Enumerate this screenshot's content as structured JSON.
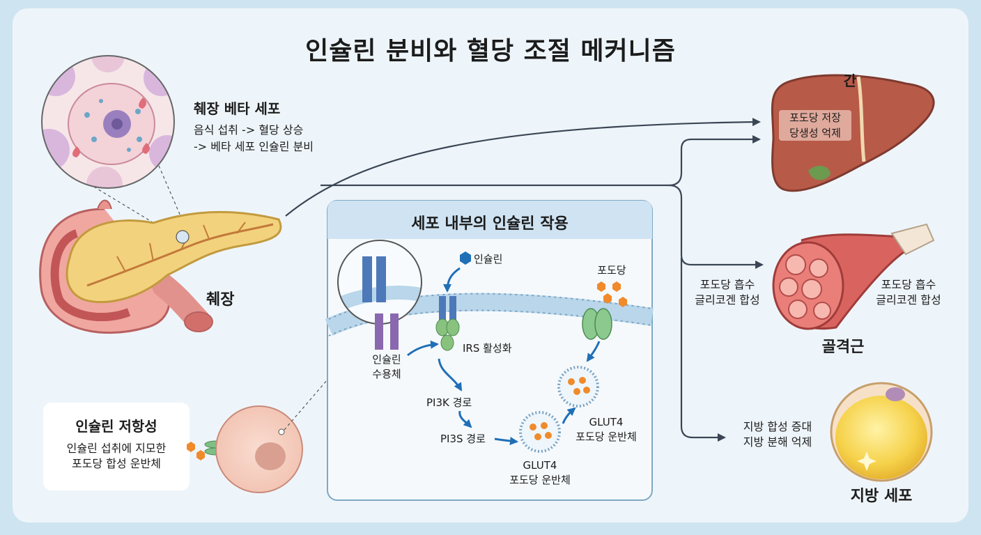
{
  "title": "인슐린 분비와 혈당 조절 메커니즘",
  "beta_cell": {
    "heading": "췌장 베타 세포",
    "line1": "음식 섭취 -> 혈당 상승",
    "line2": "-> 베타 세포 인슐린 분비"
  },
  "pancreas": {
    "label": "췌장"
  },
  "liver": {
    "label": "간",
    "line1": "포도당 저장",
    "line2": "당생성 억제"
  },
  "muscle": {
    "label": "골격근",
    "left_line1": "포도당 흡수",
    "left_line2": "글리코겐 합성",
    "right_line1": "포도당 흡수",
    "right_line2": "글리코겐 합성"
  },
  "fat": {
    "label": "지방 세포",
    "line1": "지방 합성 증대",
    "line2": "지방 분해 억제"
  },
  "resistance": {
    "heading": "인슐린 저항성",
    "line1": "인슐린 섭취에 지모한",
    "line2": "포도당 합성 운반체"
  },
  "panel": {
    "title": "세포 내부의 인슐린 작용",
    "insulin": "인슐린",
    "glucose": "포도당",
    "receptor_line1": "인슐린",
    "receptor_line2": "수용체",
    "irs": "IRS 활성화",
    "pi3k": "PI3K 경로",
    "pi3s": "PI3S 경로",
    "glut4_right_line1": "GLUT4",
    "glut4_right_line2": "포도당 운반체",
    "glut4_bottom_line1": "GLUT4",
    "glut4_bottom_line2": "포도당 운반체"
  },
  "colors": {
    "background": "#cfe4f1",
    "card": "#eef5fa",
    "arrow": "#3a4654",
    "flow_arrow": "#1f6fb6",
    "pancreas": "#f3d27d",
    "liver": "#b85a48",
    "muscle": "#d9645f",
    "fat": "#f6d24b",
    "receptor": "#4d79b8",
    "glut_protein": "#7fbf86",
    "glucose_hex": "#f08a2b"
  }
}
